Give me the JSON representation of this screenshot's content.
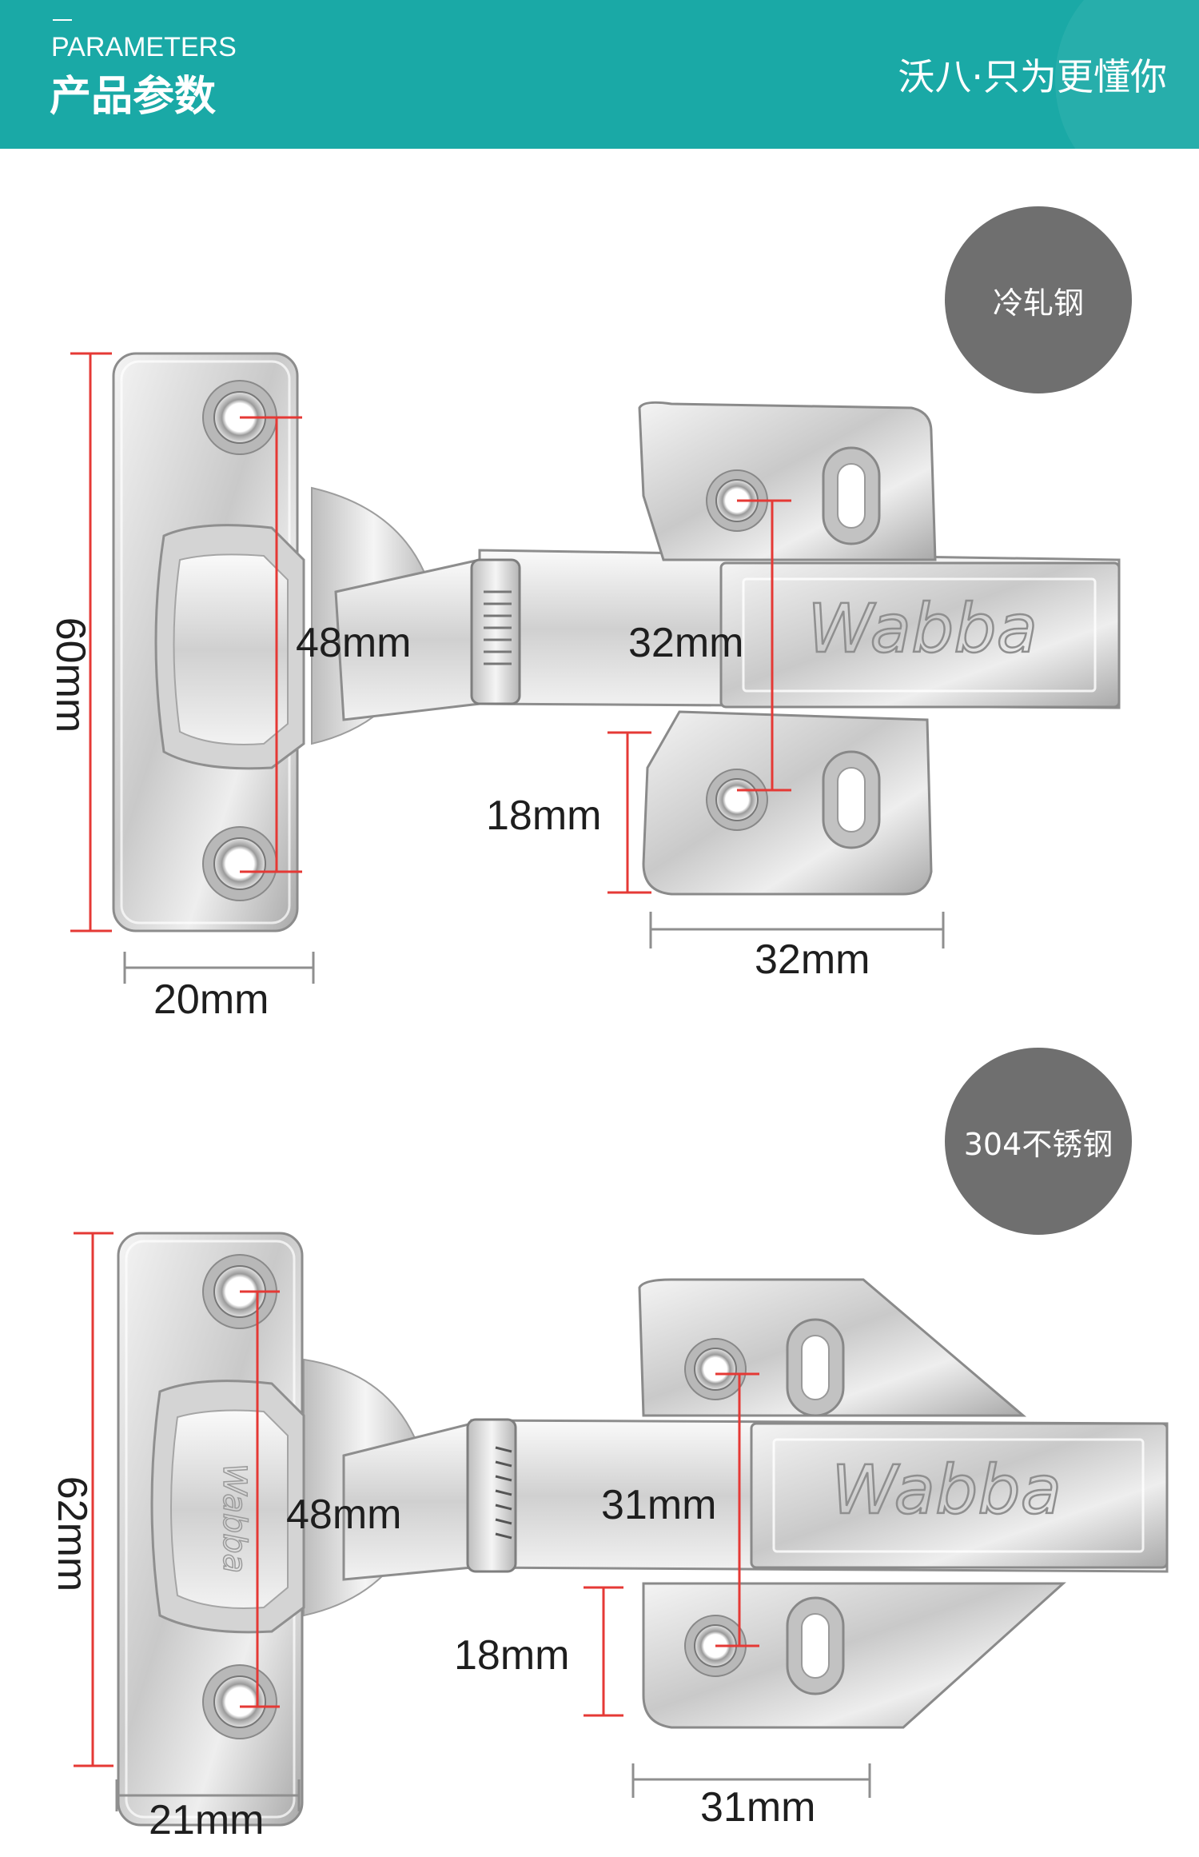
{
  "header": {
    "label_en": "PARAMETERS",
    "label_cn": "产品参数",
    "slogan": "沃八·只为更懂你"
  },
  "brand": "Wabba",
  "colors": {
    "header_bg": "#1aa9a6",
    "dimension_line": "#e53935",
    "badge_bg": "#6f6f6f"
  },
  "hinges": [
    {
      "material": "冷轧钢",
      "dims": {
        "height": "60mm",
        "hole_spacing": "48mm",
        "plate_width": "20mm",
        "cup_hole_spacing": "32mm",
        "cup_offset": "18mm",
        "base_width": "32mm"
      }
    },
    {
      "material": "304不锈钢",
      "dims": {
        "height": "62mm",
        "hole_spacing": "48mm",
        "plate_width": "21mm",
        "cup_hole_spacing": "31mm",
        "cup_offset": "18mm",
        "base_width": "31mm"
      }
    }
  ]
}
